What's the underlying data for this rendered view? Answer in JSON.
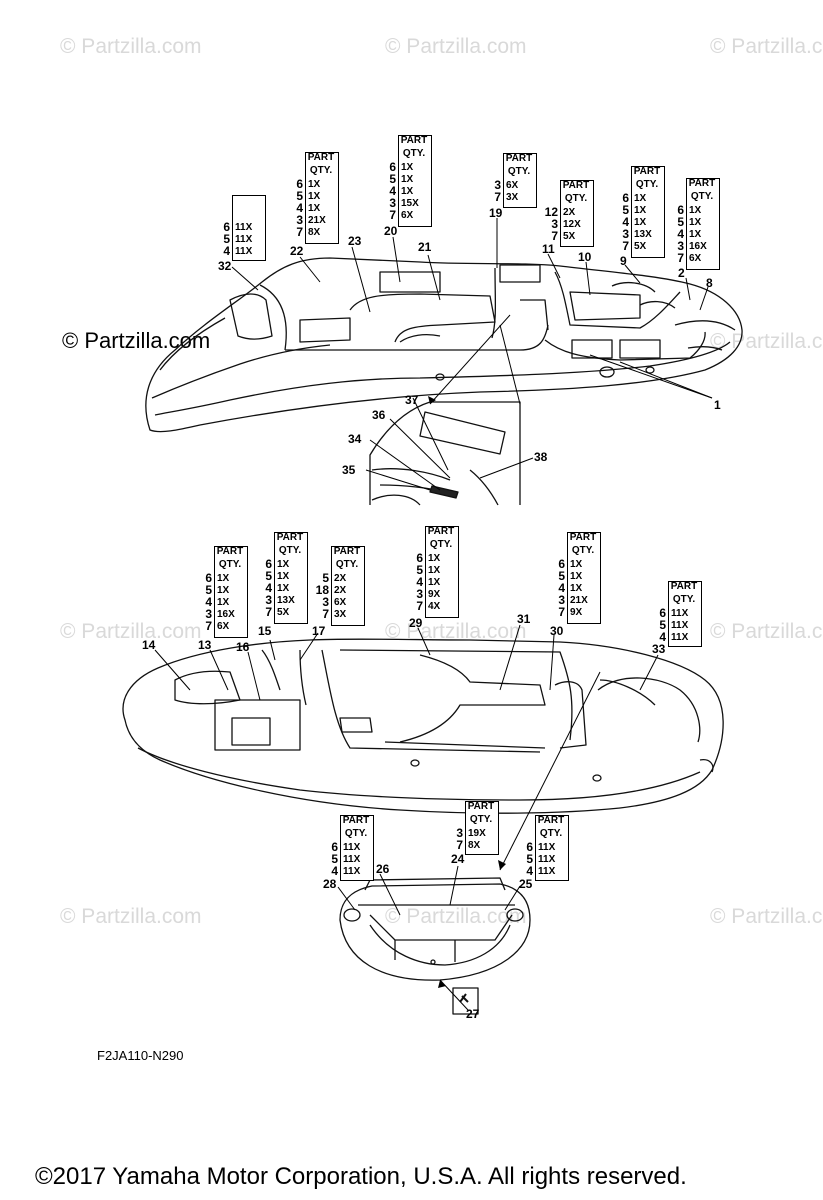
{
  "watermark": "© Partzilla.com",
  "diagram_code": "F2JA110-N290",
  "copyright": "©2017  Yamaha Motor Corporation, U.S.A. All rights reserved.",
  "qty_header": [
    "PART",
    "QTY."
  ],
  "qty_boxes": [
    {
      "id": "b1",
      "rows": [
        [
          "6",
          "11X"
        ],
        [
          "5",
          "11X"
        ],
        [
          "4",
          "11X"
        ]
      ]
    },
    {
      "id": "b2",
      "rows": [
        [
          "6",
          "1X"
        ],
        [
          "5",
          "1X"
        ],
        [
          "4",
          "1X"
        ],
        [
          "3",
          "21X"
        ],
        [
          "7",
          "8X"
        ]
      ]
    },
    {
      "id": "b3",
      "rows": [
        [
          "6",
          "1X"
        ],
        [
          "5",
          "1X"
        ],
        [
          "4",
          "1X"
        ],
        [
          "3",
          "15X"
        ],
        [
          "7",
          "6X"
        ]
      ]
    },
    {
      "id": "b4",
      "rows": [
        [
          "3",
          "6X"
        ],
        [
          "7",
          "3X"
        ]
      ]
    },
    {
      "id": "b5",
      "rows": [
        [
          "12",
          "2X"
        ],
        [
          "3",
          "12X"
        ],
        [
          "7",
          "5X"
        ]
      ]
    },
    {
      "id": "b6",
      "rows": [
        [
          "6",
          "1X"
        ],
        [
          "5",
          "1X"
        ],
        [
          "4",
          "1X"
        ],
        [
          "3",
          "13X"
        ],
        [
          "7",
          "5X"
        ]
      ]
    },
    {
      "id": "b7",
      "rows": [
        [
          "6",
          "1X"
        ],
        [
          "5",
          "1X"
        ],
        [
          "4",
          "1X"
        ],
        [
          "3",
          "16X"
        ],
        [
          "7",
          "6X"
        ]
      ]
    },
    {
      "id": "b8",
      "rows": [
        [
          "6",
          "1X"
        ],
        [
          "5",
          "1X"
        ],
        [
          "4",
          "1X"
        ],
        [
          "3",
          "16X"
        ],
        [
          "7",
          "6X"
        ]
      ]
    },
    {
      "id": "b9",
      "rows": [
        [
          "6",
          "1X"
        ],
        [
          "5",
          "1X"
        ],
        [
          "4",
          "1X"
        ],
        [
          "3",
          "13X"
        ],
        [
          "7",
          "5X"
        ]
      ]
    },
    {
      "id": "b10",
      "rows": [
        [
          "5",
          "2X"
        ],
        [
          "18",
          "2X"
        ],
        [
          "3",
          "6X"
        ],
        [
          "7",
          "3X"
        ]
      ]
    },
    {
      "id": "b11",
      "rows": [
        [
          "6",
          "1X"
        ],
        [
          "5",
          "1X"
        ],
        [
          "4",
          "1X"
        ],
        [
          "3",
          "9X"
        ],
        [
          "7",
          "4X"
        ]
      ]
    },
    {
      "id": "b12",
      "rows": [
        [
          "6",
          "1X"
        ],
        [
          "5",
          "1X"
        ],
        [
          "4",
          "1X"
        ],
        [
          "3",
          "21X"
        ],
        [
          "7",
          "9X"
        ]
      ]
    },
    {
      "id": "b13",
      "rows": [
        [
          "6",
          "11X"
        ],
        [
          "5",
          "11X"
        ],
        [
          "4",
          "11X"
        ]
      ]
    },
    {
      "id": "b14",
      "rows": [
        [
          "6",
          "11X"
        ],
        [
          "5",
          "11X"
        ],
        [
          "4",
          "11X"
        ]
      ]
    },
    {
      "id": "b15",
      "rows": [
        [
          "3",
          "19X"
        ],
        [
          "7",
          "8X"
        ]
      ]
    },
    {
      "id": "b16",
      "rows": [
        [
          "6",
          "11X"
        ],
        [
          "5",
          "11X"
        ],
        [
          "4",
          "11X"
        ]
      ]
    }
  ],
  "callouts": [
    "1",
    "2",
    "8",
    "9",
    "10",
    "11",
    "19",
    "20",
    "21",
    "22",
    "23",
    "32",
    "34",
    "35",
    "36",
    "37",
    "38",
    "13",
    "14",
    "15",
    "16",
    "17",
    "29",
    "30",
    "31",
    "33",
    "24",
    "25",
    "26",
    "27",
    "28"
  ]
}
